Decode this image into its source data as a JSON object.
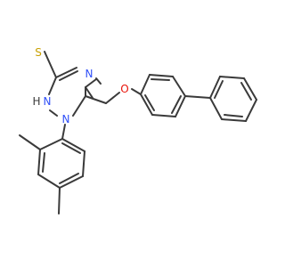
{
  "molecule": {
    "atom_labels": {
      "S": "S",
      "HN": "H",
      "N1": "N",
      "N2": "N",
      "N3": "N",
      "O": "O"
    },
    "colors": {
      "bond": "#3a3a3a",
      "nitrogen": "#3050f8",
      "oxygen": "#e8140a",
      "sulfur": "#c8a000",
      "hydrogen": "#3a3a3a"
    }
  }
}
